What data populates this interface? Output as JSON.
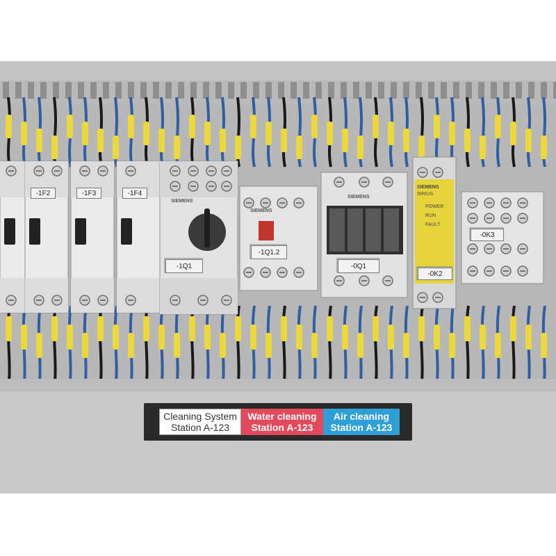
{
  "scene": "control cabinet with circuit breakers, contactors and safety relay",
  "breakers": [
    {
      "tag": "-1F2"
    },
    {
      "tag": "-1F3"
    },
    {
      "tag": "-1F4"
    }
  ],
  "devices": {
    "motor_starter": "-1Q1",
    "contactor_small": "-1Q1.2",
    "contactor_large": "-0Q1",
    "safety_relay": "-0K2",
    "aux_contactor": "-0K3"
  },
  "relay_labels": {
    "brand": "SIEMENS",
    "series": "SIRIUS",
    "power": "POWER",
    "run": "RUN",
    "fault": "FAULT"
  },
  "brand": "SIEMENS",
  "labels": {
    "white_line1": "Cleaning System",
    "white_line2": "Station A-123",
    "red_line1": "Water cleaning",
    "red_line2": "Station A-123",
    "blue_line1": "Air cleaning",
    "blue_line2": "Station A-123"
  },
  "colors": {
    "cabinet": "#c8c8c8",
    "duct": "#b9b9b9",
    "wire_blue": "#2f5f9e",
    "wire_black": "#1a1a1a",
    "marker_yellow": "#ecd83a",
    "relay_yellow": "#e7d43d",
    "label_red": "#e2495a",
    "label_blue": "#2f9fd8"
  }
}
